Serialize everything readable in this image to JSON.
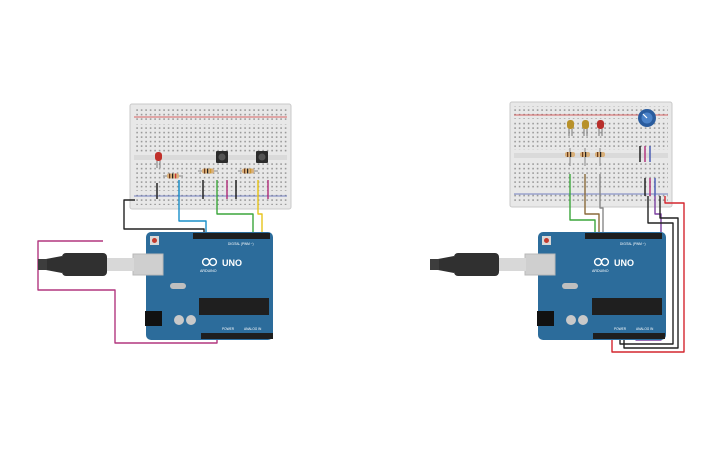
{
  "circuit_left": {
    "board": {
      "model": "UNO",
      "brand": "ARDUINO",
      "digital_label": "DIGITAL (PWM ~)",
      "power_label": "POWER",
      "analog_label": "ANALOG IN"
    },
    "components": [
      "red-led",
      "resistor",
      "resistor",
      "resistor",
      "pushbutton",
      "pushbutton"
    ],
    "wire_colors": {
      "ground": "#222222",
      "digital_a": "#1a8fc9",
      "digital_b": "#3ba63b",
      "digital_c": "#e6c41d",
      "power": "#b2377f"
    }
  },
  "circuit_right": {
    "board": {
      "model": "UNO",
      "brand": "ARDUINO",
      "digital_label": "DIGITAL (PWM ~)",
      "power_label": "POWER",
      "analog_label": "ANALOG IN"
    },
    "components": [
      "yellow-led",
      "yellow-led",
      "red-led",
      "potentiometer",
      "resistor",
      "resistor",
      "resistor"
    ],
    "wire_colors": {
      "ground": "#222222",
      "digital_a": "#3ba63b",
      "digital_b": "#8a6a3a",
      "digital_c": "#888888",
      "analog": "#7b3fa0",
      "power": "#d4262f"
    }
  },
  "colors": {
    "board": "#2c6c9b",
    "breadboard": "#e9e9e9",
    "usb_cable": "#303030"
  }
}
